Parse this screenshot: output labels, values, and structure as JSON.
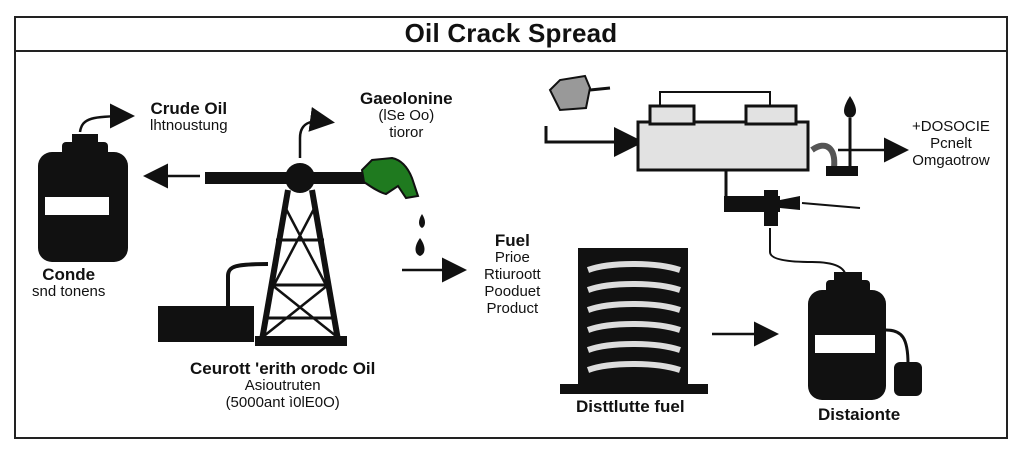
{
  "title": "Oil Crack Spread",
  "labels": {
    "crude_oil": {
      "line1": "Crude Oil",
      "line2": "lhtnoustung"
    },
    "gasoline": {
      "line1": "Gaeolonine",
      "line2": "(lSe Oo)",
      "line3": "tioror"
    },
    "conde": {
      "line1": "Conde",
      "line2": "snd tonens"
    },
    "fuel": {
      "line1": "Fuel",
      "line2": "Prioe",
      "line3": "Rtiuroott",
      "line4": "Pooduet",
      "line5": "Product"
    },
    "refinery": {
      "line1": "+DOSOCIE",
      "line2": "Pcnelt",
      "line3": "Omgaotrow"
    },
    "cost_crude": {
      "line1": "Ceurott 'erith orodc Oil",
      "line2": "Asioutruten",
      "line3": "(5000ant ì0lE0O)"
    },
    "distillate_fuel": "Disttlutte fuel",
    "distalonte": "Distaionte"
  },
  "colors": {
    "ink": "#111111",
    "accent_green": "#1f7a1f",
    "tank_gray": "#e2e2e2"
  },
  "icons": [
    "oil-can-icon",
    "oil-derrick-icon",
    "fuel-nozzle-icon",
    "refinery-tank-icon",
    "distillation-column-icon",
    "spray-nozzle-icon",
    "flame-drop-icon"
  ]
}
